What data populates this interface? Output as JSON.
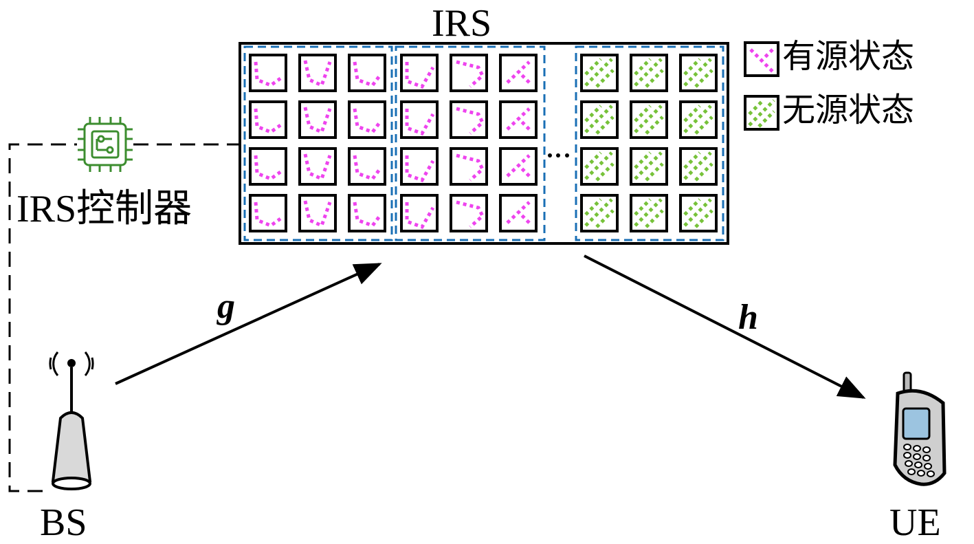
{
  "labels": {
    "irs_title": "IRS",
    "controller": "IRS控制器",
    "bs": "BS",
    "ue": "UE",
    "channel_g": "g",
    "channel_h": "h",
    "ellipsis": "⋯"
  },
  "legend": {
    "active": "有源状态",
    "passive": "无源状态"
  },
  "colors": {
    "active": "#ee44ee",
    "passive": "#77c23a",
    "group_border": "#1a6fb5",
    "chip": "#3c8d2f"
  },
  "irs_array": {
    "rows": 4,
    "groups": [
      {
        "state": "active",
        "columns": 3
      },
      {
        "state": "active",
        "columns": 3
      },
      {
        "state": "passive",
        "columns": 3
      }
    ]
  }
}
